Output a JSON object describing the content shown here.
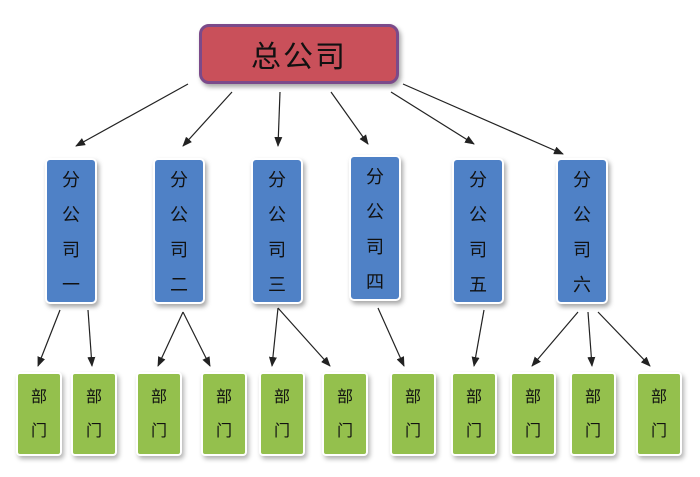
{
  "root": {
    "label": "总公司"
  },
  "branches": [
    {
      "chars": [
        "分",
        "公",
        "司",
        "一"
      ]
    },
    {
      "chars": [
        "分",
        "公",
        "司",
        "二"
      ]
    },
    {
      "chars": [
        "分",
        "公",
        "司",
        "三"
      ]
    },
    {
      "chars": [
        "分",
        "公",
        "司",
        "四"
      ]
    },
    {
      "chars": [
        "分",
        "公",
        "司",
        "五"
      ]
    },
    {
      "chars": [
        "分",
        "公",
        "司",
        "六"
      ]
    }
  ],
  "departments": [
    {
      "chars": [
        "部",
        "门"
      ]
    },
    {
      "chars": [
        "部",
        "门"
      ]
    },
    {
      "chars": [
        "部",
        "门"
      ]
    },
    {
      "chars": [
        "部",
        "门"
      ]
    },
    {
      "chars": [
        "部",
        "门"
      ]
    },
    {
      "chars": [
        "部",
        "门"
      ]
    },
    {
      "chars": [
        "部",
        "门"
      ]
    },
    {
      "chars": [
        "部",
        "门"
      ]
    },
    {
      "chars": [
        "部",
        "门"
      ]
    },
    {
      "chars": [
        "部",
        "门"
      ]
    },
    {
      "chars": [
        "部",
        "门"
      ]
    }
  ],
  "colors": {
    "root_fill": "#c9505a",
    "root_border": "#7b4a8a",
    "branch_fill": "#4f81c6",
    "dept_fill": "#94c04d",
    "arrow": "#222222"
  }
}
